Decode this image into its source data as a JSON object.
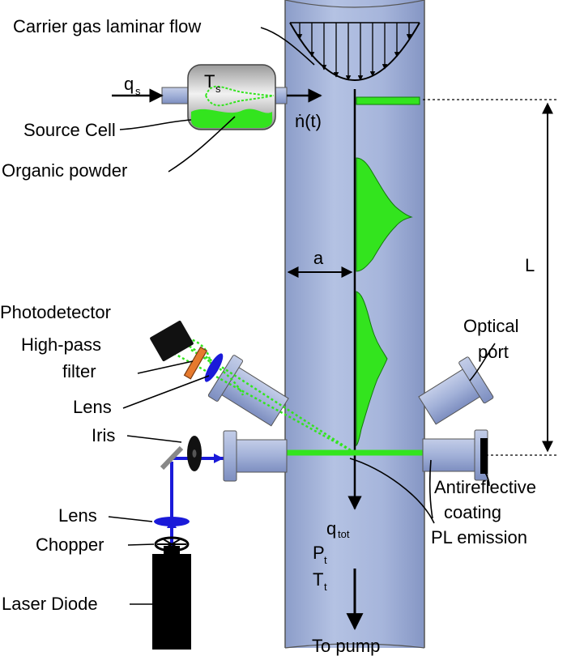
{
  "labels": {
    "carrier_flow": "Carrier gas laminar flow",
    "qs": "q",
    "qs_sub": "s",
    "ts": "T",
    "ts_sub": "s",
    "ndot": "ṅ(t)",
    "source_cell": "Source Cell",
    "organic_powder": "Organic powder",
    "a": "a",
    "L": "L",
    "photodetector": "Photodetector",
    "highpass_line1": "High-pass",
    "highpass_line2": "filter",
    "lens_upper": "Lens",
    "iris": "Iris",
    "optical_port_line1": "Optical",
    "optical_port_line2": "port",
    "antireflective_line1": "Antireflective",
    "antireflective_line2": "coating",
    "lens_lower": "Lens",
    "chopper": "Chopper",
    "laser_diode": "Laser Diode",
    "qtot": "q",
    "qtot_sub": "tot",
    "pl_emission": "PL emission",
    "pt": "P",
    "pt_sub": "t",
    "tt": "T",
    "tt_sub": "t",
    "to_pump": "To pump"
  },
  "colors": {
    "tube_fill": "#a9b8dc",
    "tube_dark": "#8a9cc8",
    "green": "#33e41e",
    "laser_blue": "#1a1ad9",
    "filter_orange": "#e67a2e",
    "black": "#000000"
  }
}
